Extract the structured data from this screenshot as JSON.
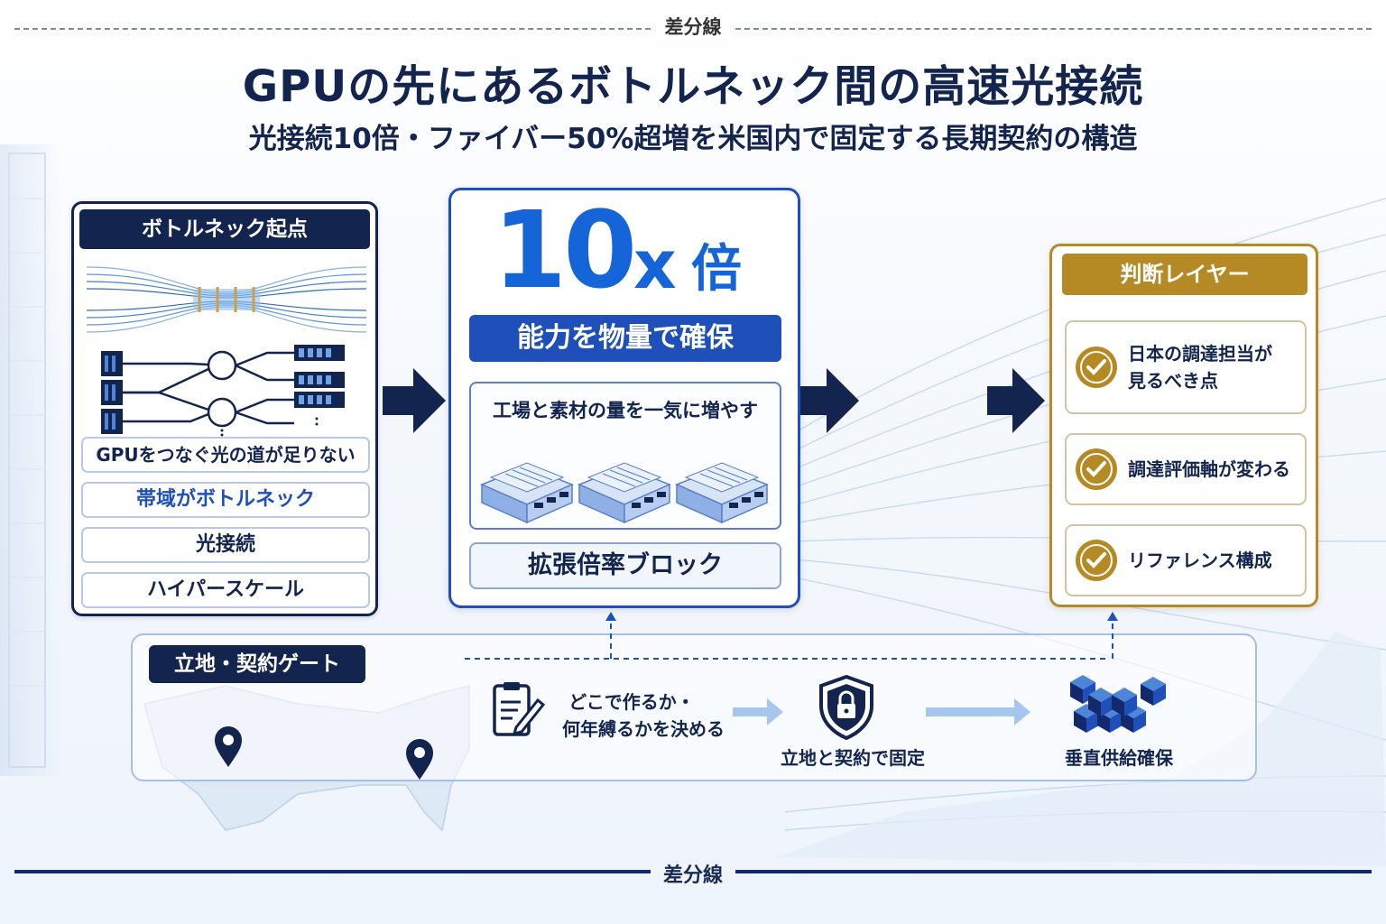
{
  "header": {
    "divider_top": "差分線",
    "title": "GPUの先にあるボトルネック間の高速光接続",
    "subtitle": "光接続10倍・ファイバー50%超増を米国内で固定する長期契約の構造",
    "divider_bottom": "差分線"
  },
  "left_panel": {
    "heading": "ボトルネック起点",
    "rows": [
      "GPUをつなぐ光の道が足りない",
      "帯域がボトルネック",
      "光接続",
      "ハイパースケール"
    ]
  },
  "center_panel": {
    "big_number": "10",
    "big_x": "x",
    "big_unit": "倍",
    "banner": "能力を物量で確保",
    "factory_label": "工場と素材の量を一気に増やす",
    "block_label": "拡張倍率ブロック"
  },
  "right_panel": {
    "heading": "判断レイヤー",
    "items": [
      {
        "line1": "日本の調達担当が",
        "line2": "見るべき点"
      },
      {
        "line1": "調達評価軸が変わる",
        "line2": ""
      },
      {
        "line1": "リファレンス構成",
        "line2": ""
      }
    ]
  },
  "gate": {
    "label": "立地・契約ゲート",
    "step1_line1": "どこで作るか・",
    "step1_line2": "何年縛るかを決める",
    "step2": "立地と契約で固定",
    "step3": "垂直供給確保"
  },
  "colors": {
    "navy": "#13244f",
    "blue": "#1f4fb8",
    "bright_blue": "#1565d8",
    "gold": "#b58a24"
  },
  "icons": [
    "fiber-bundle-icon",
    "server-rack-icon",
    "network-node-icon",
    "factory-icon",
    "check-icon",
    "clipboard-pen-icon",
    "shield-lock-icon",
    "cubes-icon",
    "map-pin-icon"
  ]
}
